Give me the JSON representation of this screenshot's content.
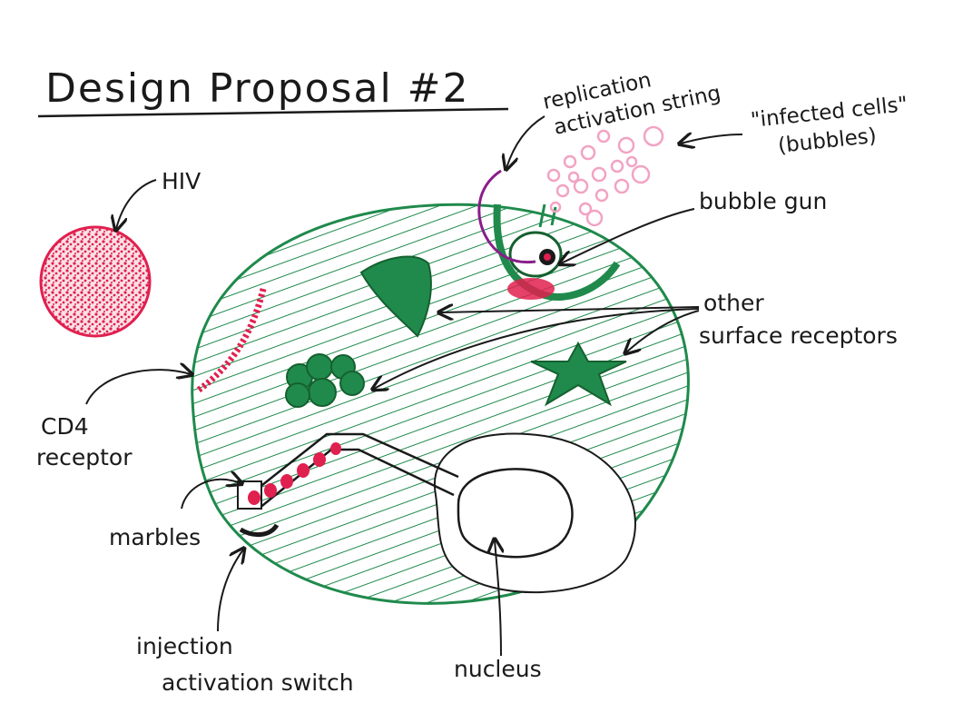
{
  "title": "Design Proposal #2",
  "labels": {
    "hiv": "HIV",
    "replication_line1": "replication",
    "replication_line2": "activation string",
    "infected_line1": "\"infected cells\"",
    "infected_line2": "(bubbles)",
    "bubble_gun": "bubble gun",
    "other_line1": "other",
    "other_line2": "surface receptors",
    "cd4_line1": "CD4",
    "cd4_line2": "receptor",
    "marbles": "marbles",
    "injection_line1": "injection",
    "injection_line2": "activation switch",
    "nucleus": "nucleus"
  },
  "colors": {
    "ink": "#1a1a1a",
    "cell_green": "#1f8a4c",
    "hiv_pink": "#e0204f",
    "bubble_pink": "#f2a3c4",
    "string_purple": "#8a1e8a"
  }
}
